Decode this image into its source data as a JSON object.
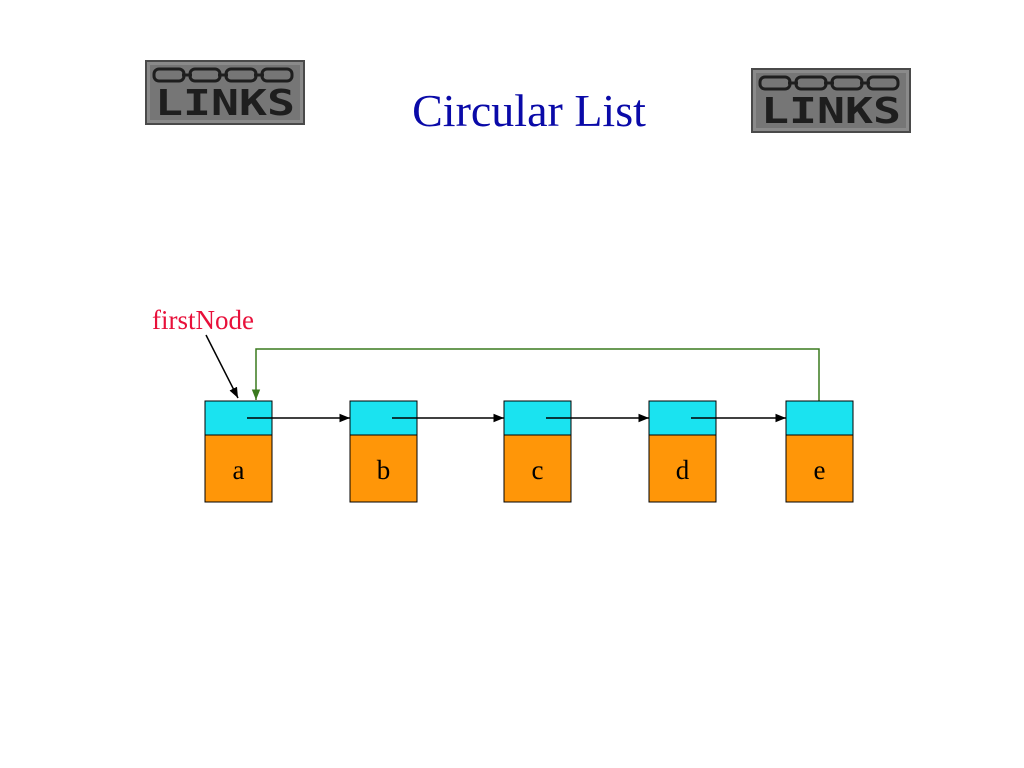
{
  "slide": {
    "title": "Circular List",
    "logo_text": "LINKS"
  },
  "diagram": {
    "pointer_label": "firstNode",
    "nodes": [
      {
        "value": "a"
      },
      {
        "value": "b"
      },
      {
        "value": "c"
      },
      {
        "value": "d"
      },
      {
        "value": "e"
      }
    ]
  },
  "colors": {
    "title": "#0a0aa8",
    "pointer_label": "#e8103a",
    "node_link": "#1ae3f0",
    "node_data": "#ff9608",
    "arrow": "#000000",
    "back_link": "#3a7a1e",
    "logo_bg": "#808080",
    "logo_fg": "#1e1e1e"
  }
}
